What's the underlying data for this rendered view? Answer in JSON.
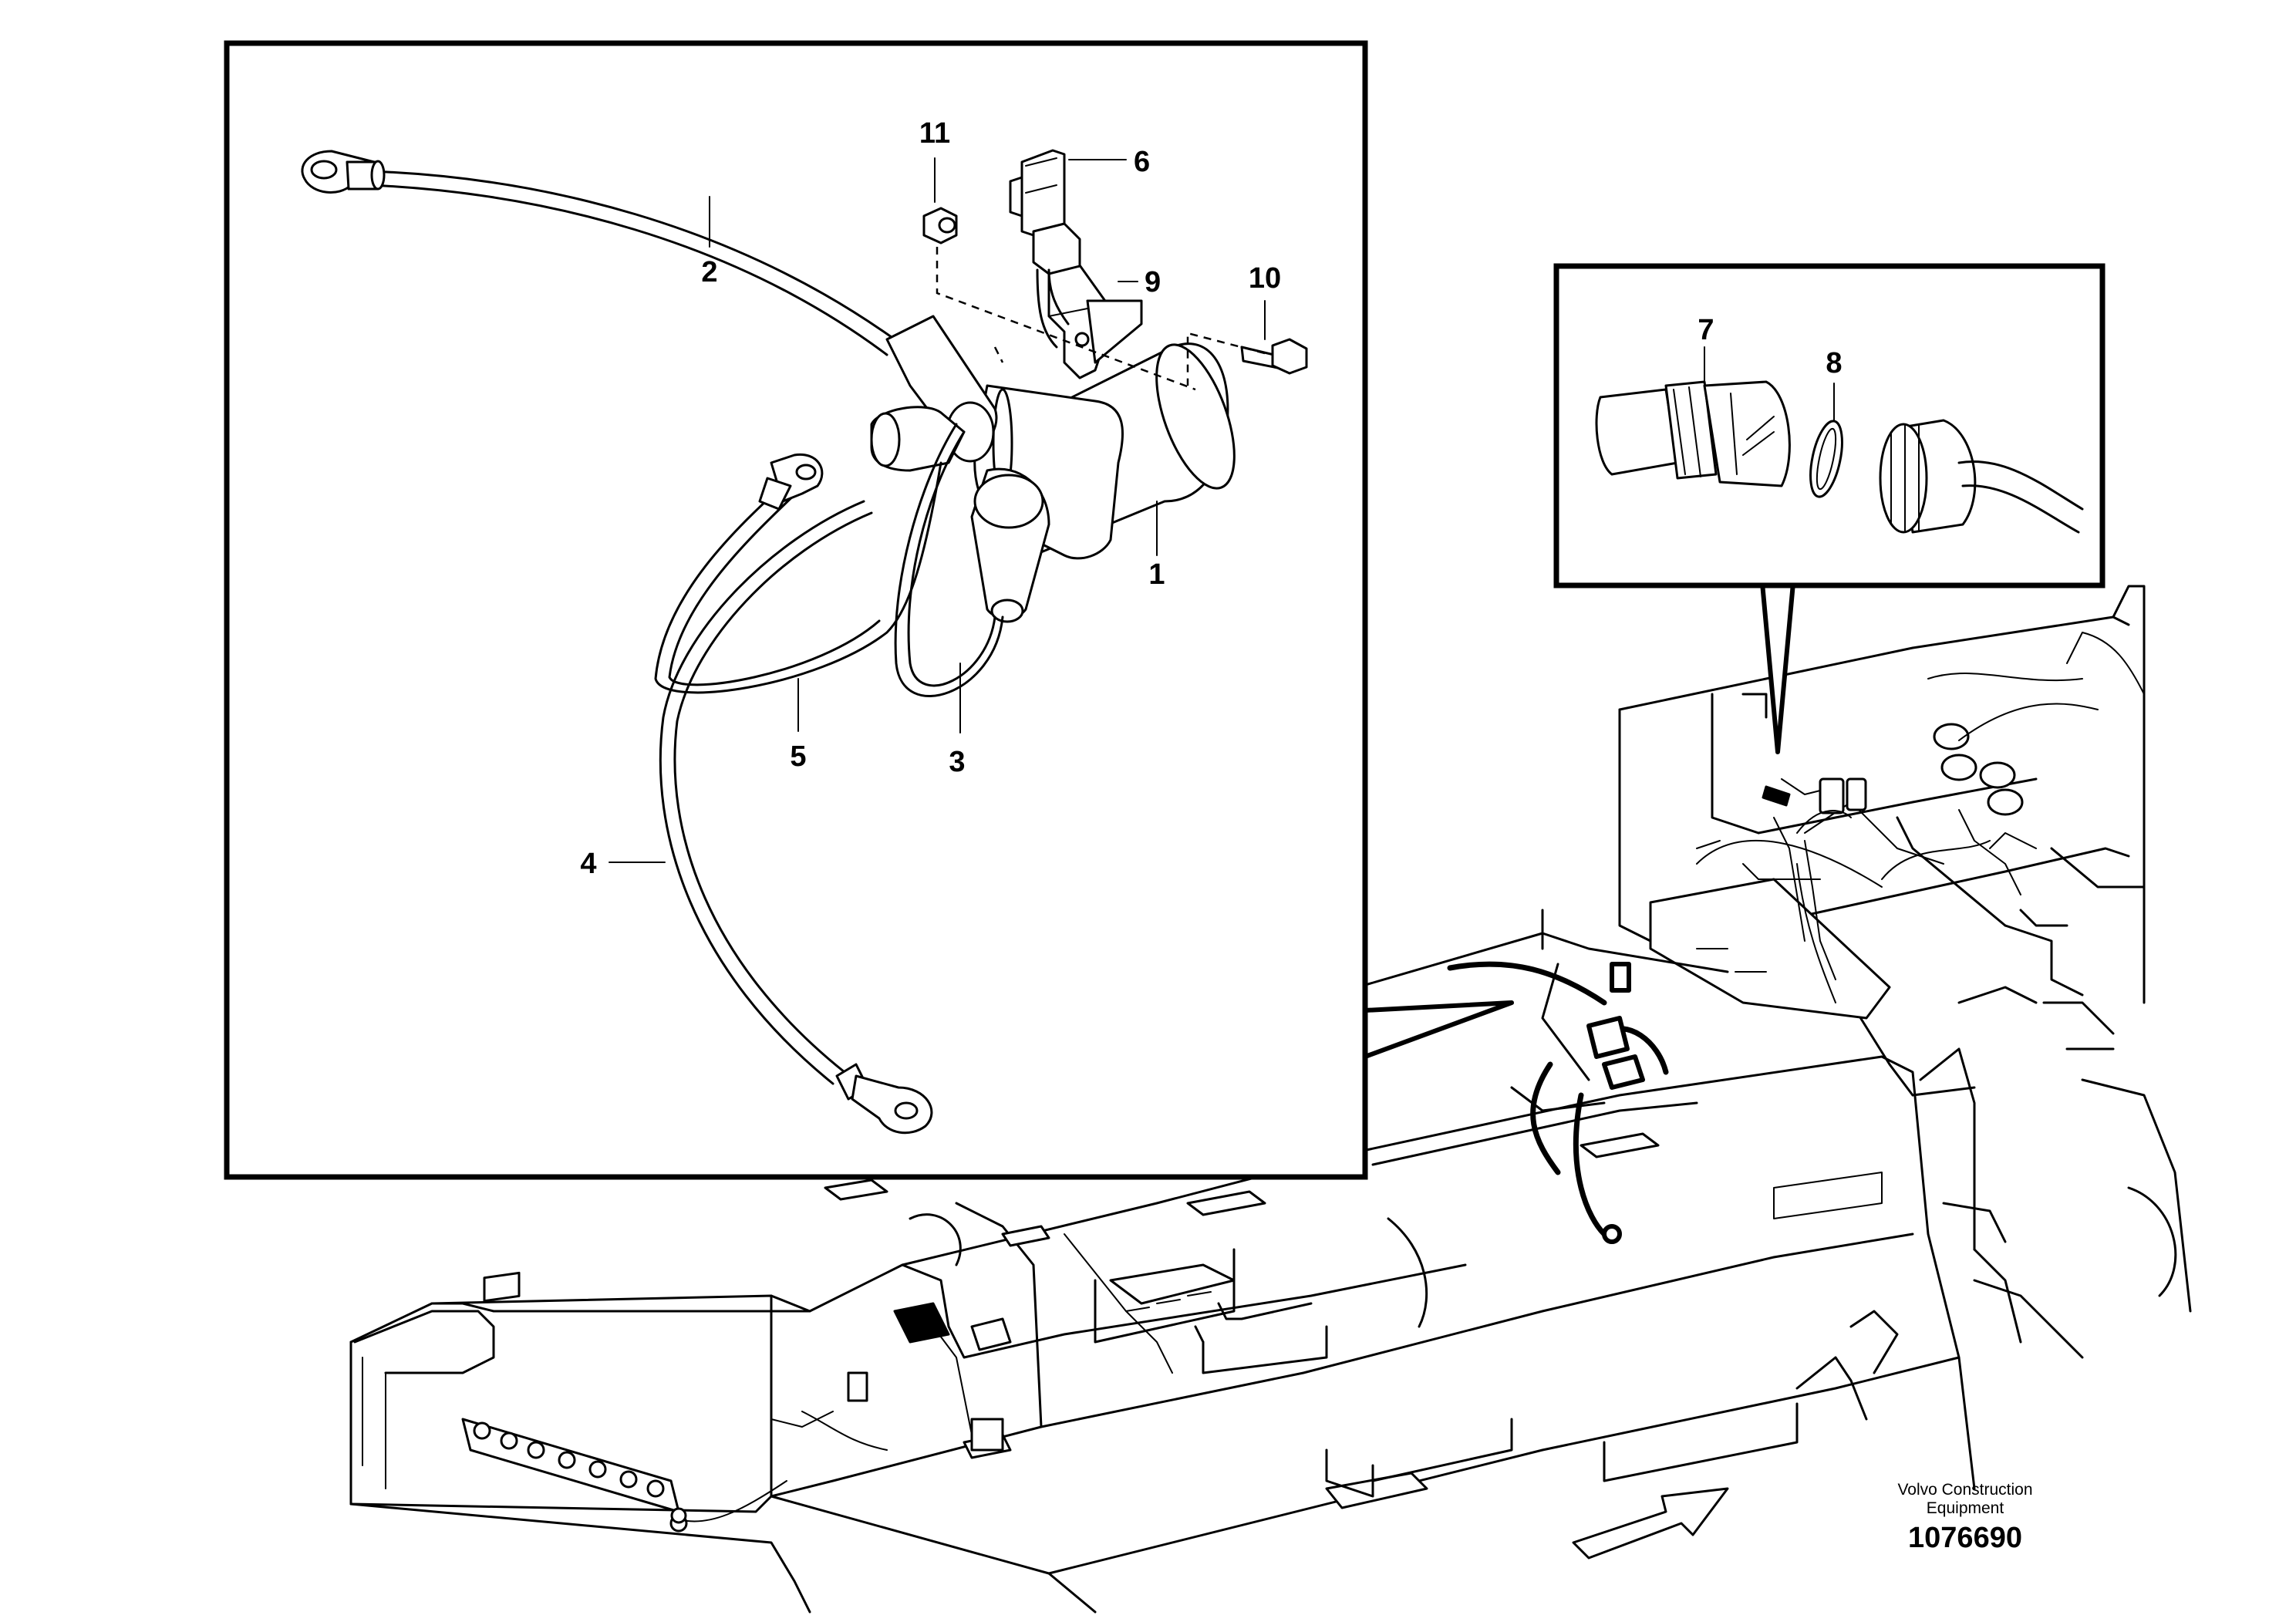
{
  "callouts": {
    "c1": "1",
    "c2": "2",
    "c3": "3",
    "c4": "4",
    "c5": "5",
    "c6": "6",
    "c7": "7",
    "c8": "8",
    "c9": "9",
    "c10": "10",
    "c11": "11"
  },
  "caption": {
    "line1": "Volvo Construction",
    "line2": "Equipment",
    "drawing_number": "1076690"
  }
}
